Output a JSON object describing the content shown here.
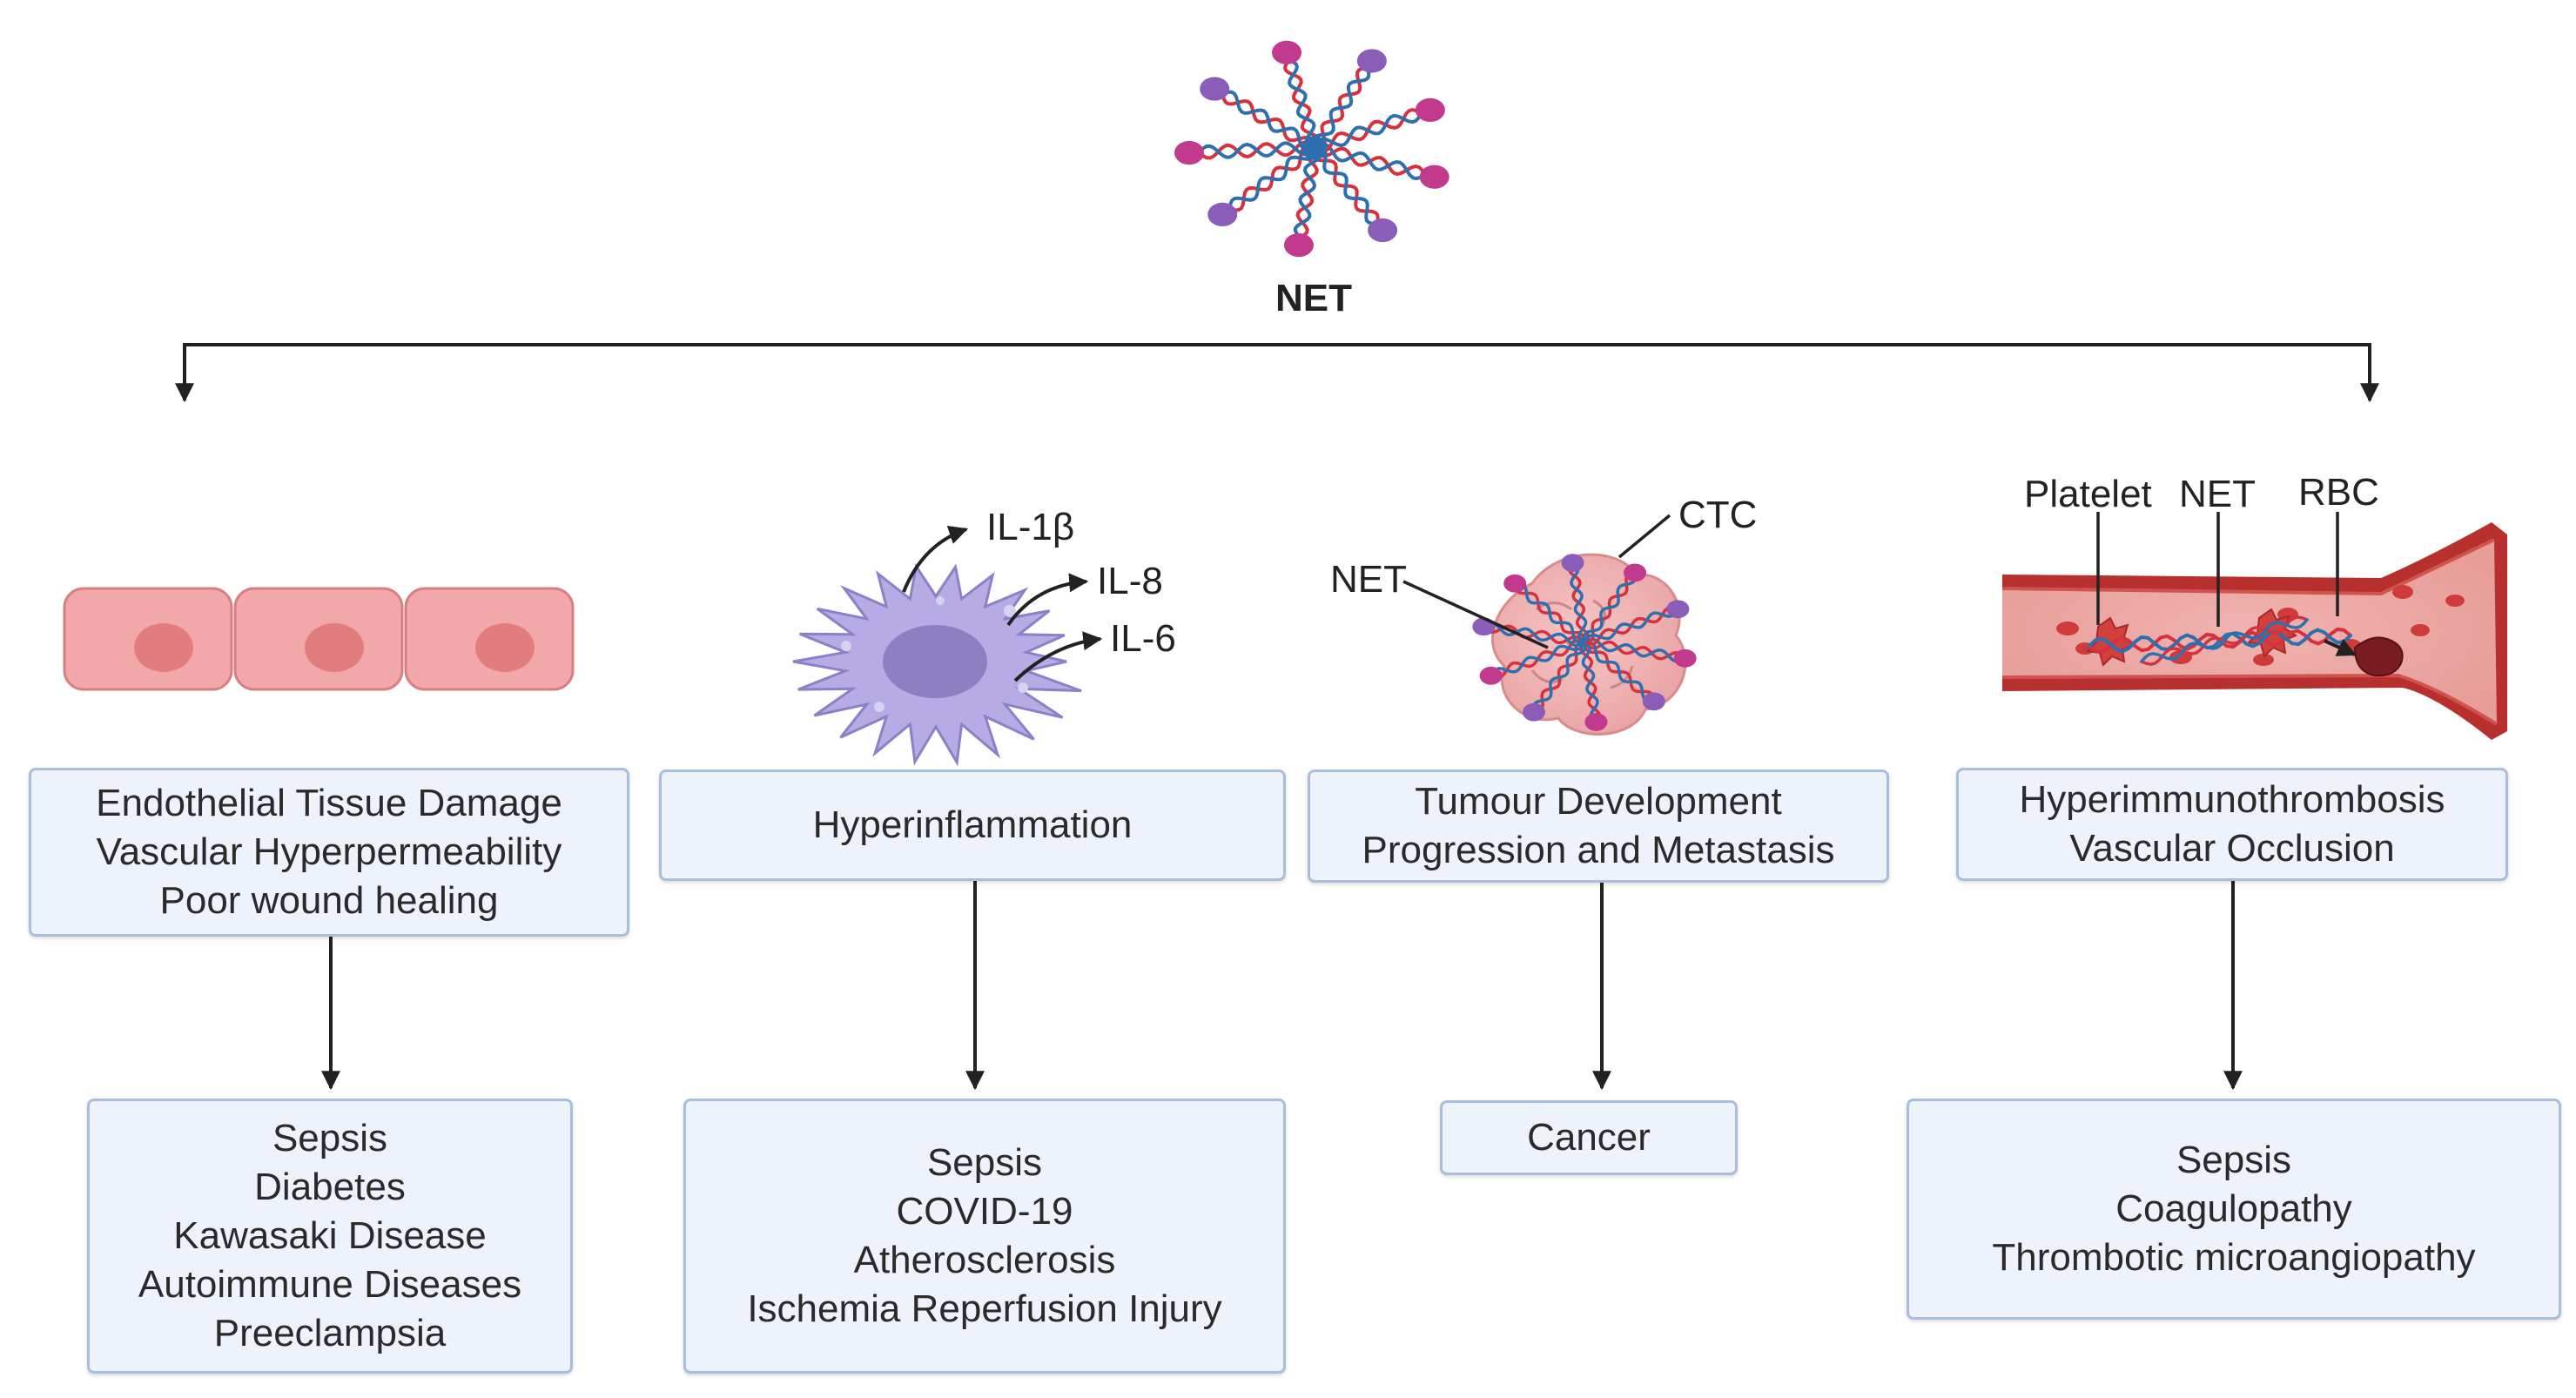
{
  "title": "NET",
  "sections": [
    {
      "effect": [
        "Endothelial Tissue Damage",
        "Vascular Hyperpermeability",
        "Poor wound healing"
      ],
      "diseases": [
        "Sepsis",
        "Diabetes",
        "Kawasaki Disease",
        "Autoimmune Diseases",
        "Preeclampsia"
      ]
    },
    {
      "effect": [
        "Hyperinflammation"
      ],
      "diseases": [
        "Sepsis",
        "COVID-19",
        "Atherosclerosis",
        "Ischemia Reperfusion Injury"
      ],
      "labels": [
        "IL-1β",
        "IL-8",
        "IL-6"
      ]
    },
    {
      "effect": [
        "Tumour Development",
        "Progression and Metastasis"
      ],
      "diseases": [
        "Cancer"
      ],
      "labels": [
        "NET",
        "CTC"
      ]
    },
    {
      "effect": [
        "Hyperimmunothrombosis",
        "Vascular Occlusion"
      ],
      "diseases": [
        "Sepsis",
        "Coagulopathy",
        "Thrombotic microangiopathy"
      ],
      "labels": [
        "Platelet",
        "NET",
        "RBC"
      ]
    }
  ],
  "colors": {
    "dna_red": "#d6313c",
    "dna_blue": "#2e6fb0",
    "histone_purple": "#8a5db8",
    "histone_magenta": "#c23a8e",
    "box_fill": "#eef3fb",
    "box_border": "#a9bddc",
    "endothelial": "#f1a5a5",
    "macrophage": "#b3a9e2",
    "vessel": "#c23a36"
  }
}
